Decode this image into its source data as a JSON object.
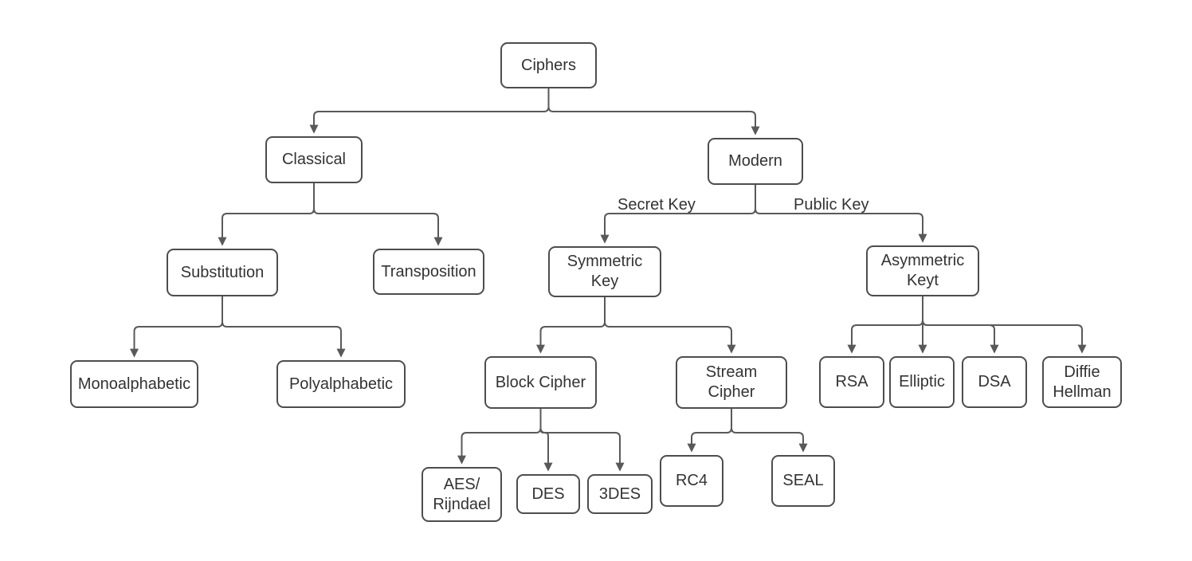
{
  "diagram": {
    "type": "tree-flowchart",
    "root": "Ciphers",
    "colors": {
      "box_border": "#4d4d4d",
      "connector": "#595959",
      "text": "#333333",
      "background": "#ffffff"
    }
  },
  "nodes": {
    "ciphers": {
      "label": "Ciphers"
    },
    "classical": {
      "label": "Classical"
    },
    "modern": {
      "label": "Modern"
    },
    "substitution": {
      "label": "Substitution"
    },
    "transposition": {
      "label": "Transposition"
    },
    "symmetric_key": {
      "label": [
        "Symmetric",
        "Key"
      ]
    },
    "asymmetric_key": {
      "label": [
        "Asymmetric",
        "Keyt"
      ]
    },
    "monoalphabetic": {
      "label": "Monoalphabetic"
    },
    "polyalphabetic": {
      "label": "Polyalphabetic"
    },
    "block_cipher": {
      "label": "Block Cipher"
    },
    "stream_cipher": {
      "label": [
        "Stream",
        "Cipher"
      ]
    },
    "rsa": {
      "label": "RSA"
    },
    "elliptic": {
      "label": "Elliptic"
    },
    "dsa": {
      "label": "DSA"
    },
    "diffie_hellman": {
      "label": [
        "Diffie",
        "Hellman"
      ]
    },
    "aes_rijndael": {
      "label": [
        "AES/",
        "Rijndael"
      ]
    },
    "des": {
      "label": "DES"
    },
    "triple_des": {
      "label": "3DES"
    },
    "rc4": {
      "label": "RC4"
    },
    "seal": {
      "label": "SEAL"
    }
  },
  "edge_labels": {
    "secret_key": "Secret Key",
    "public_key": "Public Key"
  },
  "edges": [
    {
      "from": "Ciphers",
      "to": "Classical"
    },
    {
      "from": "Ciphers",
      "to": "Modern"
    },
    {
      "from": "Classical",
      "to": "Substitution"
    },
    {
      "from": "Classical",
      "to": "Transposition"
    },
    {
      "from": "Substitution",
      "to": "Monoalphabetic"
    },
    {
      "from": "Substitution",
      "to": "Polyalphabetic"
    },
    {
      "from": "Modern",
      "to": "Symmetric Key",
      "label": "Secret Key"
    },
    {
      "from": "Modern",
      "to": "Asymmetric Keyt",
      "label": "Public Key"
    },
    {
      "from": "Symmetric Key",
      "to": "Block Cipher"
    },
    {
      "from": "Symmetric Key",
      "to": "Stream Cipher"
    },
    {
      "from": "Asymmetric Keyt",
      "to": "RSA"
    },
    {
      "from": "Asymmetric Keyt",
      "to": "Elliptic"
    },
    {
      "from": "Asymmetric Keyt",
      "to": "DSA"
    },
    {
      "from": "Asymmetric Keyt",
      "to": "Diffie Hellman"
    },
    {
      "from": "Block Cipher",
      "to": "AES/ Rijndael"
    },
    {
      "from": "Block Cipher",
      "to": "DES"
    },
    {
      "from": "Block Cipher",
      "to": "3DES"
    },
    {
      "from": "Stream Cipher",
      "to": "RC4"
    },
    {
      "from": "Stream Cipher",
      "to": "SEAL"
    }
  ]
}
